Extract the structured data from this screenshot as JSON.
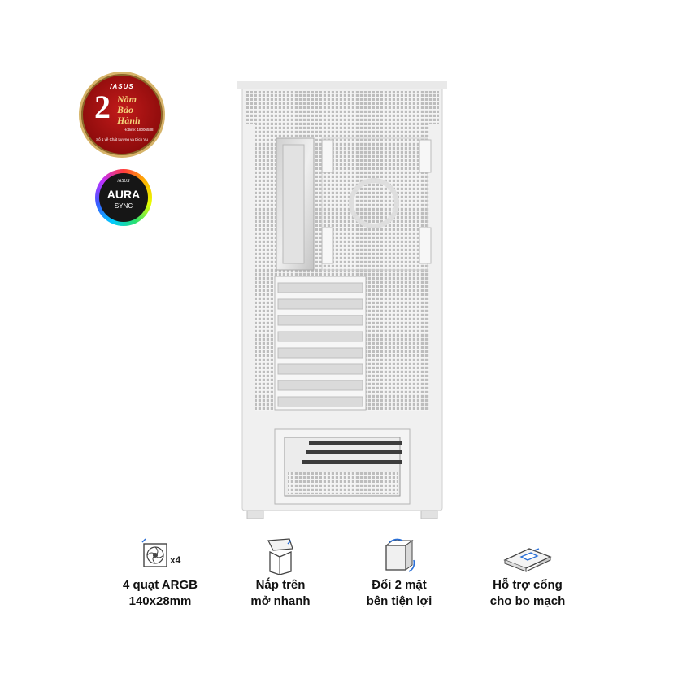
{
  "warranty_badge": {
    "brand": "/ASUS",
    "number": "2",
    "line1": "Năm",
    "line2": "Bảo",
    "line3": "Hành",
    "hotline": "Hotline: 18006588",
    "ring_text": "Số 1 về Chất Lượng và Dịch Vụ"
  },
  "aura_badge": {
    "brand": "/ASUS",
    "title": "AURA",
    "subtitle": "SYNC"
  },
  "features": [
    {
      "icon": "fan-icon",
      "badge": "x4",
      "line1": "4 quạt ARGB",
      "line2": "140x28mm"
    },
    {
      "icon": "open-top-panel-icon",
      "line1": "Nắp trên",
      "line2": "mở nhanh"
    },
    {
      "icon": "swap-side-panel-icon",
      "line1": "Đổi 2 mặt",
      "line2": "bên tiện lợi"
    },
    {
      "icon": "motherboard-connector-icon",
      "line1": "Hỗ trợ cổng",
      "line2": "cho bo mạch"
    }
  ],
  "colors": {
    "warranty_red": "#8e0c0c",
    "gold": "#d6b46a",
    "case_white": "#f2f2f2",
    "accent_blue": "#2a6fd6"
  }
}
